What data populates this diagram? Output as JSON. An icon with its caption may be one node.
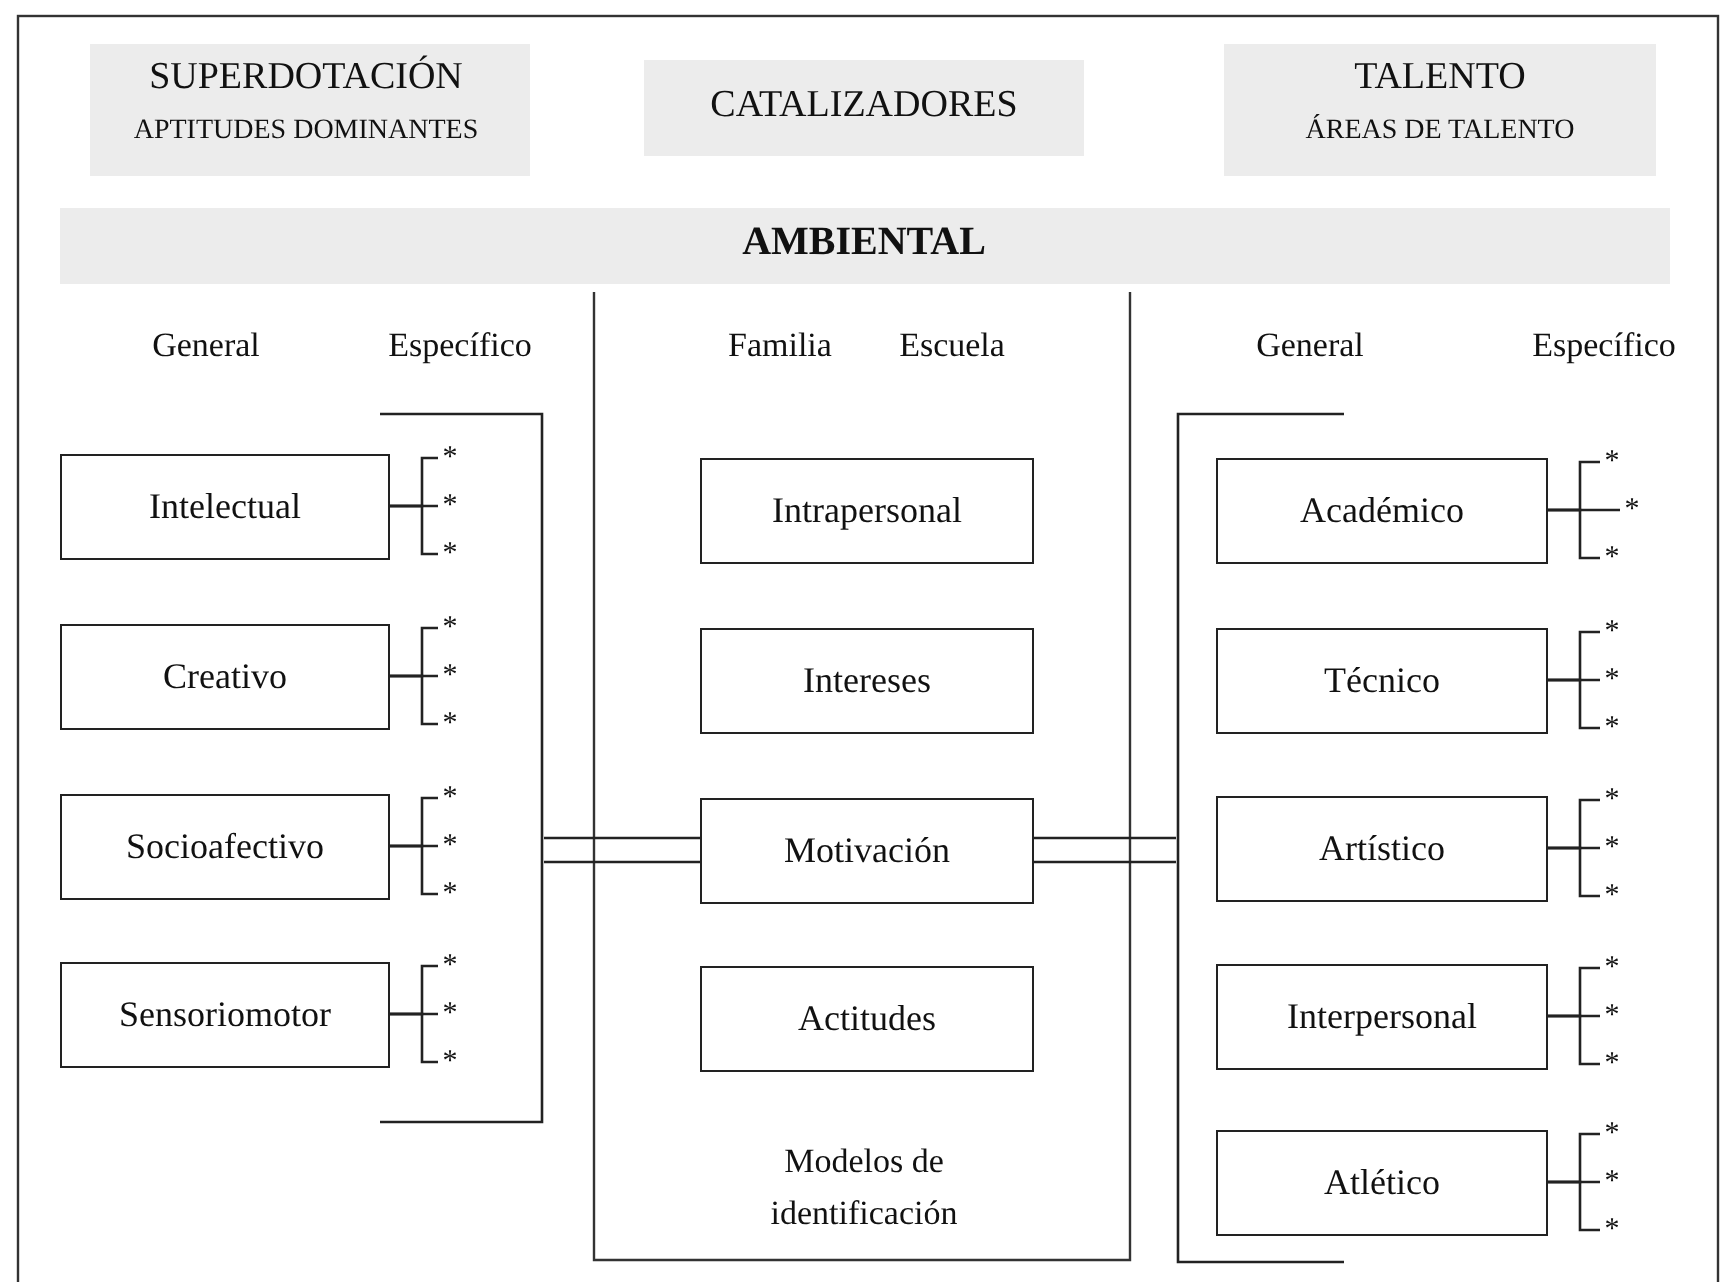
{
  "diagram": {
    "nodes": [
      {
        "text": [],
        "shape": "bracket"
      },
      {
        "text": [
          "Intelectual"
        ],
        "in": 0
      },
      {
        "text": [
          "Creativo"
        ],
        "in": 0
      },
      {
        "text": [
          "Socioafectivo"
        ],
        "in": 0
      },
      {
        "text": [
          "Sensoriomotor"
        ],
        "in": 0
      },
      {
        "text": [
          "*"
        ],
        "in": 0
      },
      {
        "text": [
          "*"
        ],
        "in": 0
      },
      {
        "text": [
          "*"
        ],
        "in": 0
      },
      {
        "text": [
          "*"
        ],
        "in": 0
      },
      {
        "text": [
          "*"
        ],
        "in": 0
      },
      {
        "text": [
          "*"
        ],
        "in": 0
      },
      {
        "text": [
          "*"
        ],
        "in": 0
      },
      {
        "text": [
          "*"
        ],
        "in": 0
      },
      {
        "text": [
          "*"
        ],
        "in": 0
      },
      {
        "text": [
          "*"
        ],
        "in": 0
      },
      {
        "text": [
          "*"
        ],
        "in": 0
      },
      {
        "text": [
          "*"
        ],
        "in": 0
      },
      {
        "text": [
          "Intrapersonal"
        ]
      },
      {
        "text": [
          "Intereses"
        ]
      },
      {
        "text": [
          "Motivación"
        ]
      },
      {
        "text": [
          "Actitudes"
        ]
      },
      {
        "text": [],
        "shape": "bracket"
      },
      {
        "text": [
          "Académico"
        ],
        "in": 21
      },
      {
        "text": [
          "Técnico"
        ],
        "in": 21
      },
      {
        "text": [
          "Artístico"
        ],
        "in": 21
      },
      {
        "text": [
          "Interpersonal"
        ],
        "in": 21
      },
      {
        "text": [
          "Atlético"
        ],
        "in": 21
      },
      {
        "text": [
          "*"
        ],
        "in": 21
      },
      {
        "text": [
          "*"
        ],
        "in": 21
      },
      {
        "text": [
          "*"
        ],
        "in": 21
      },
      {
        "text": [
          "*"
        ],
        "in": 21
      },
      {
        "text": [
          "*"
        ],
        "in": 21
      },
      {
        "text": [
          "*"
        ],
        "in": 21
      },
      {
        "text": [
          "*"
        ],
        "in": 21
      },
      {
        "text": [
          "*"
        ],
        "in": 21
      },
      {
        "text": [
          "*"
        ],
        "in": 21
      },
      {
        "text": [
          "*"
        ],
        "in": 21
      },
      {
        "text": [
          "*"
        ],
        "in": 21
      },
      {
        "text": [
          "*"
        ],
        "in": 21
      },
      {
        "text": [
          "*"
        ],
        "in": 21
      },
      {
        "text": [
          "*"
        ],
        "in": 21
      },
      {
        "text": [
          "*"
        ],
        "in": 21
      }
    ],
    "edges": [
      {
        "from": 0,
        "to": 19,
        "arrow": "none"
      },
      {
        "from": 19,
        "to": 21,
        "arrow": "none"
      },
      {
        "from": 1,
        "to": 5,
        "arrow": "none"
      },
      {
        "from": 1,
        "to": 6,
        "arrow": "none"
      },
      {
        "from": 1,
        "to": 7,
        "arrow": "none"
      },
      {
        "from": 2,
        "to": 8,
        "arrow": "none"
      },
      {
        "from": 2,
        "to": 9,
        "arrow": "none"
      },
      {
        "from": 2,
        "to": 10,
        "arrow": "none"
      },
      {
        "from": 3,
        "to": 11,
        "arrow": "none"
      },
      {
        "from": 3,
        "to": 12,
        "arrow": "none"
      },
      {
        "from": 3,
        "to": 13,
        "arrow": "none"
      },
      {
        "from": 4,
        "to": 14,
        "arrow": "none"
      },
      {
        "from": 4,
        "to": 15,
        "arrow": "none"
      },
      {
        "from": 4,
        "to": 16,
        "arrow": "none"
      },
      {
        "from": 22,
        "to": 27,
        "arrow": "none"
      },
      {
        "from": 22,
        "to": 28,
        "arrow": "none"
      },
      {
        "from": 22,
        "to": 29,
        "arrow": "none"
      },
      {
        "from": 23,
        "to": 30,
        "arrow": "none"
      },
      {
        "from": 23,
        "to": 31,
        "arrow": "none"
      },
      {
        "from": 23,
        "to": 32,
        "arrow": "none"
      },
      {
        "from": 24,
        "to": 33,
        "arrow": "none"
      },
      {
        "from": 24,
        "to": 34,
        "arrow": "none"
      },
      {
        "from": 24,
        "to": 35,
        "arrow": "none"
      },
      {
        "from": 25,
        "to": 36,
        "arrow": "none"
      },
      {
        "from": 25,
        "to": 37,
        "arrow": "none"
      },
      {
        "from": 25,
        "to": 38,
        "arrow": "none"
      },
      {
        "from": 26,
        "to": 39,
        "arrow": "none"
      },
      {
        "from": 26,
        "to": 40,
        "arrow": "none"
      },
      {
        "from": 26,
        "to": 41,
        "arrow": "none"
      }
    ],
    "labels": [
      "SUPERDOTACIÓN",
      "APTITUDES DOMINANTES",
      "CATALIZADORES",
      "TALENTO",
      "ÁREAS DE TALENTO",
      "AMBIENTAL",
      "General",
      "Específico",
      "Familia",
      "Escuela",
      "General",
      "Específico",
      "Modelos de identificación"
    ]
  }
}
